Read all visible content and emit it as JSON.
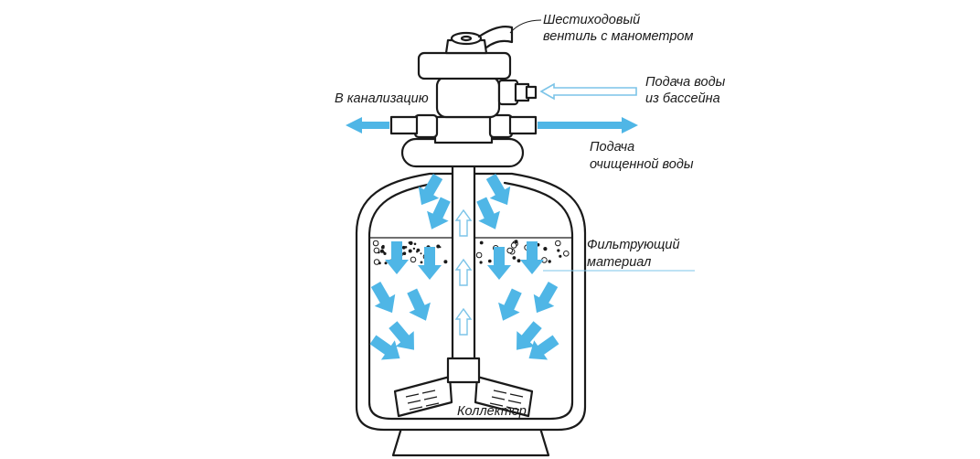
{
  "labels": {
    "valve": [
      "Шестиходовый",
      "вентиль с манометром"
    ],
    "sewer": "В канализацию",
    "inflow": [
      "Подача воды",
      "из бассейна"
    ],
    "clean": [
      "Подача",
      "очищенной воды"
    ],
    "media": [
      "Фильтрующий",
      "материал"
    ],
    "collector": "Коллектор"
  },
  "colors": {
    "flow": "#4fb6e6",
    "outline": "#1a1a1a",
    "leader": "#7cc4e8"
  },
  "icons": {
    "flow_arrow": "blue-down-arrow",
    "up_arrow": "hollow-up-arrow",
    "in_arrow": "hollow-left-arrow"
  }
}
